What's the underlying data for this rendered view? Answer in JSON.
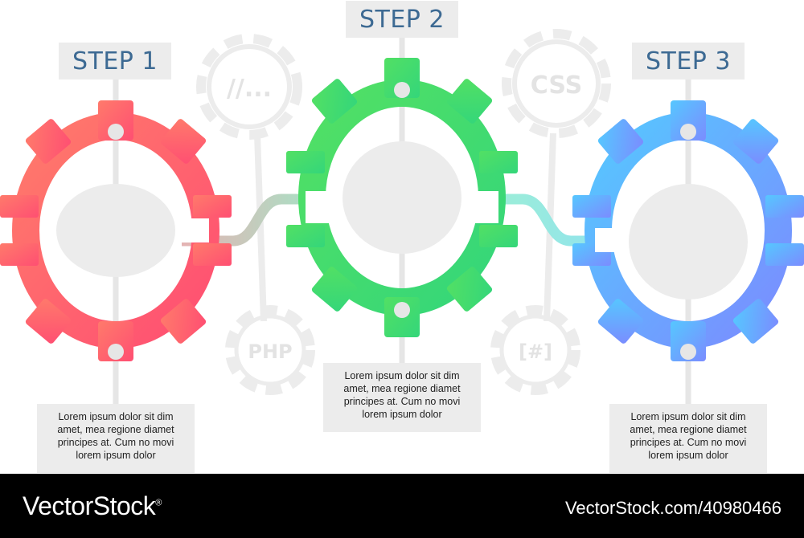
{
  "steps": [
    {
      "label": "STEP 1",
      "description": "Lorem ipsum dolor sit dim amet, mea regione diamet principes at. Cum no movi lorem ipsum dolor",
      "color_start": "#ff7a6b",
      "color_end": "#ff4f72"
    },
    {
      "label": "STEP 2",
      "description": "Lorem ipsum dolor sit dim amet, mea regione diamet principes at. Cum no movi lorem ipsum dolor",
      "color_start": "#52e064",
      "color_end": "#34d67a"
    },
    {
      "label": "STEP 3",
      "description": "Lorem ipsum dolor sit dim amet, mea regione diamet principes at. Cum no movi lorem ipsum dolor",
      "color_start": "#56c7ff",
      "color_end": "#7b8cff"
    }
  ],
  "background_gears": [
    {
      "text": "//..."
    },
    {
      "text": "CSS"
    },
    {
      "text": "PHP"
    },
    {
      "text": "[#]"
    }
  ],
  "footer": {
    "brand": "VectorStock",
    "registered": "®",
    "image_id": "VectorStock.com/40980466"
  }
}
